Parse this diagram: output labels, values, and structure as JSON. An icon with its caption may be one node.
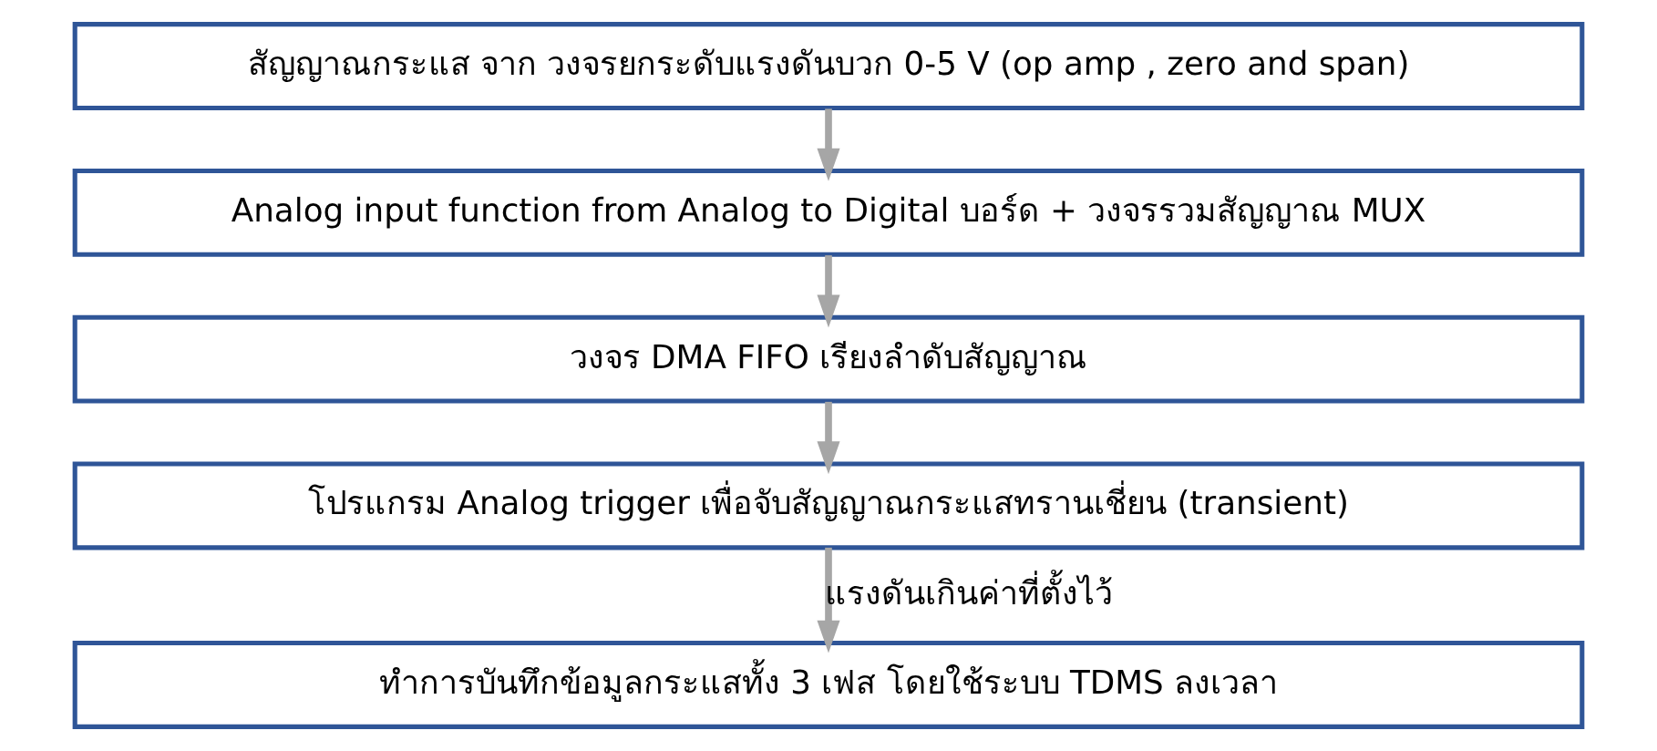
{
  "diagram": {
    "nodes": [
      {
        "text": [
          "สัญญาณกระแส จาก วงจรยกระดับแรงดันบวก 0-5 V (op amp , zero and span)"
        ]
      },
      {
        "text": [
          "Analog input function from Analog to Digital บอร์ด + วงจรรวมสัญญาณ MUX"
        ]
      },
      {
        "text": [
          "วงจร DMA FIFO เรียงลำดับสัญญาณ"
        ]
      },
      {
        "text": [
          "โปรแกรม Analog trigger เพื่อจับสัญญาณกระแสทรานเชี่ยน (transient)"
        ]
      },
      {
        "text": [
          "ทำการบันทึกข้อมูลกระแสทั้ง 3 เฟส โดยใช้ระบบ TDMS ลงเวลา"
        ]
      }
    ],
    "edges": [
      {
        "from": 0,
        "to": 1,
        "arrow": "to"
      },
      {
        "from": 1,
        "to": 2,
        "arrow": "to"
      },
      {
        "from": 2,
        "to": 3,
        "arrow": "to"
      },
      {
        "from": 3,
        "to": 4,
        "arrow": "to",
        "label": "แรงดันเกินค่าที่ตั้งไว้"
      }
    ]
  }
}
